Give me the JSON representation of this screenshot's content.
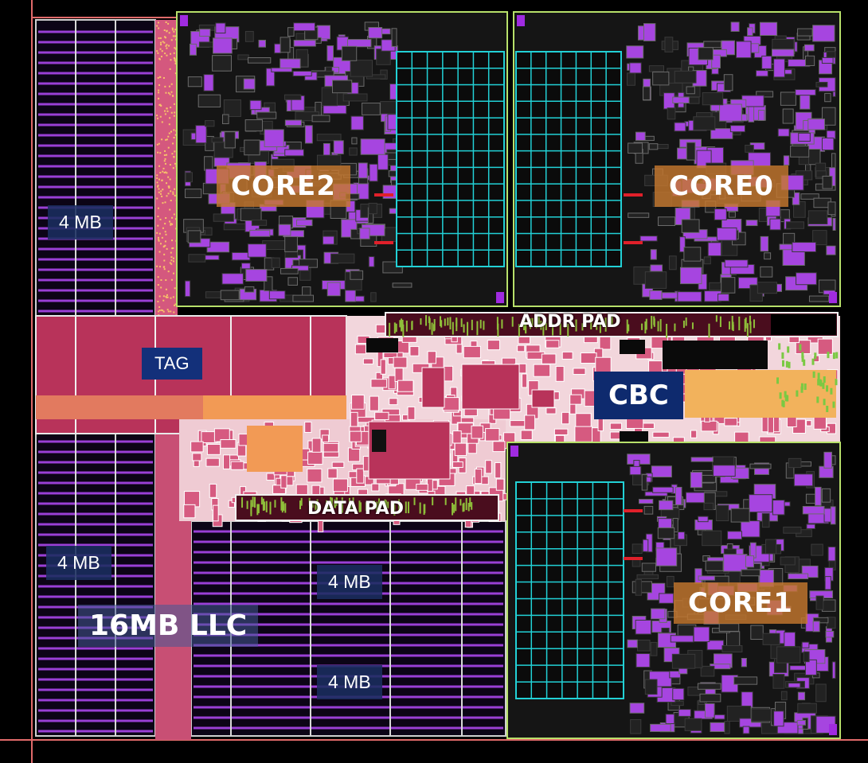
{
  "labels": {
    "core2": "CORE2",
    "core0": "CORE0",
    "core1": "CORE1",
    "llc": "16MB LLC",
    "tag": "TAG",
    "cbc": "CBC",
    "addr_pad": "ADDR PAD",
    "data_pad": "DATA PAD",
    "mb_left_top": "4 MB",
    "mb_left_bottom": "4 MB",
    "mb_center_top": "4 MB",
    "mb_center_bottom": "4 MB"
  },
  "colors": {
    "background": "#000000",
    "cache_stripes": "#9a3fd6",
    "cache_red": "#b8335a",
    "core_outline": "#b7e06a",
    "core_logic": "#a645e0",
    "core_array": "#22d1d6",
    "uncore_fill": "#d65a80",
    "label_core": "#c4782e",
    "label_blue": "#0e2a6e"
  }
}
